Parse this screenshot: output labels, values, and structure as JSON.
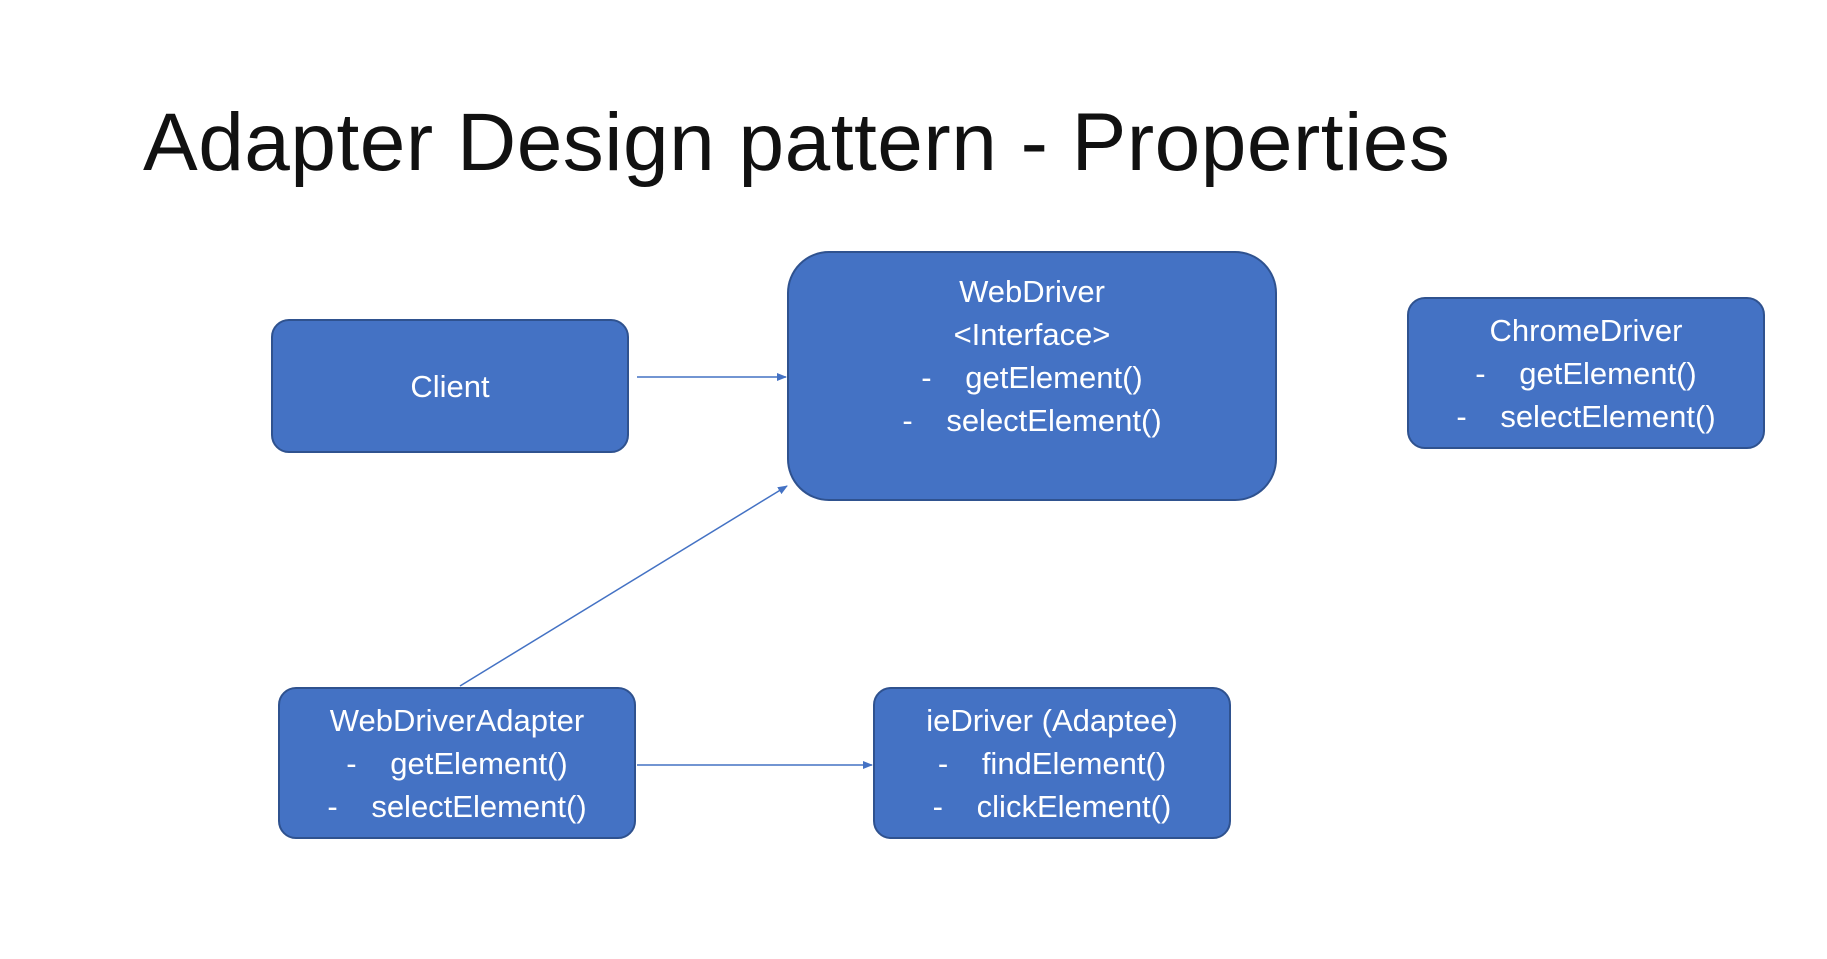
{
  "title": "Adapter Design pattern - Properties",
  "colors": {
    "box_fill": "#4472C4",
    "box_border": "#2F528F",
    "connector": "#4472C4",
    "text": "#FFFFFF"
  },
  "boxes": {
    "client": {
      "label": "Client"
    },
    "webdriver": {
      "name": "WebDriver",
      "stereotype": "<Interface>",
      "methods": [
        "getElement()",
        "selectElement()"
      ]
    },
    "chromedriver": {
      "name": "ChromeDriver",
      "methods": [
        "getElement()",
        "selectElement()"
      ]
    },
    "webdriveradapter": {
      "name": "WebDriverAdapter",
      "methods": [
        "getElement()",
        "selectElement()"
      ]
    },
    "iedriver": {
      "name": "ieDriver (Adaptee)",
      "methods": [
        "findElement()",
        "clickElement()"
      ]
    }
  },
  "method_bullet": "-",
  "connectors": [
    {
      "from": "client",
      "to": "webdriver"
    },
    {
      "from": "webdriveradapter",
      "to": "webdriver"
    },
    {
      "from": "webdriveradapter",
      "to": "iedriver"
    }
  ]
}
